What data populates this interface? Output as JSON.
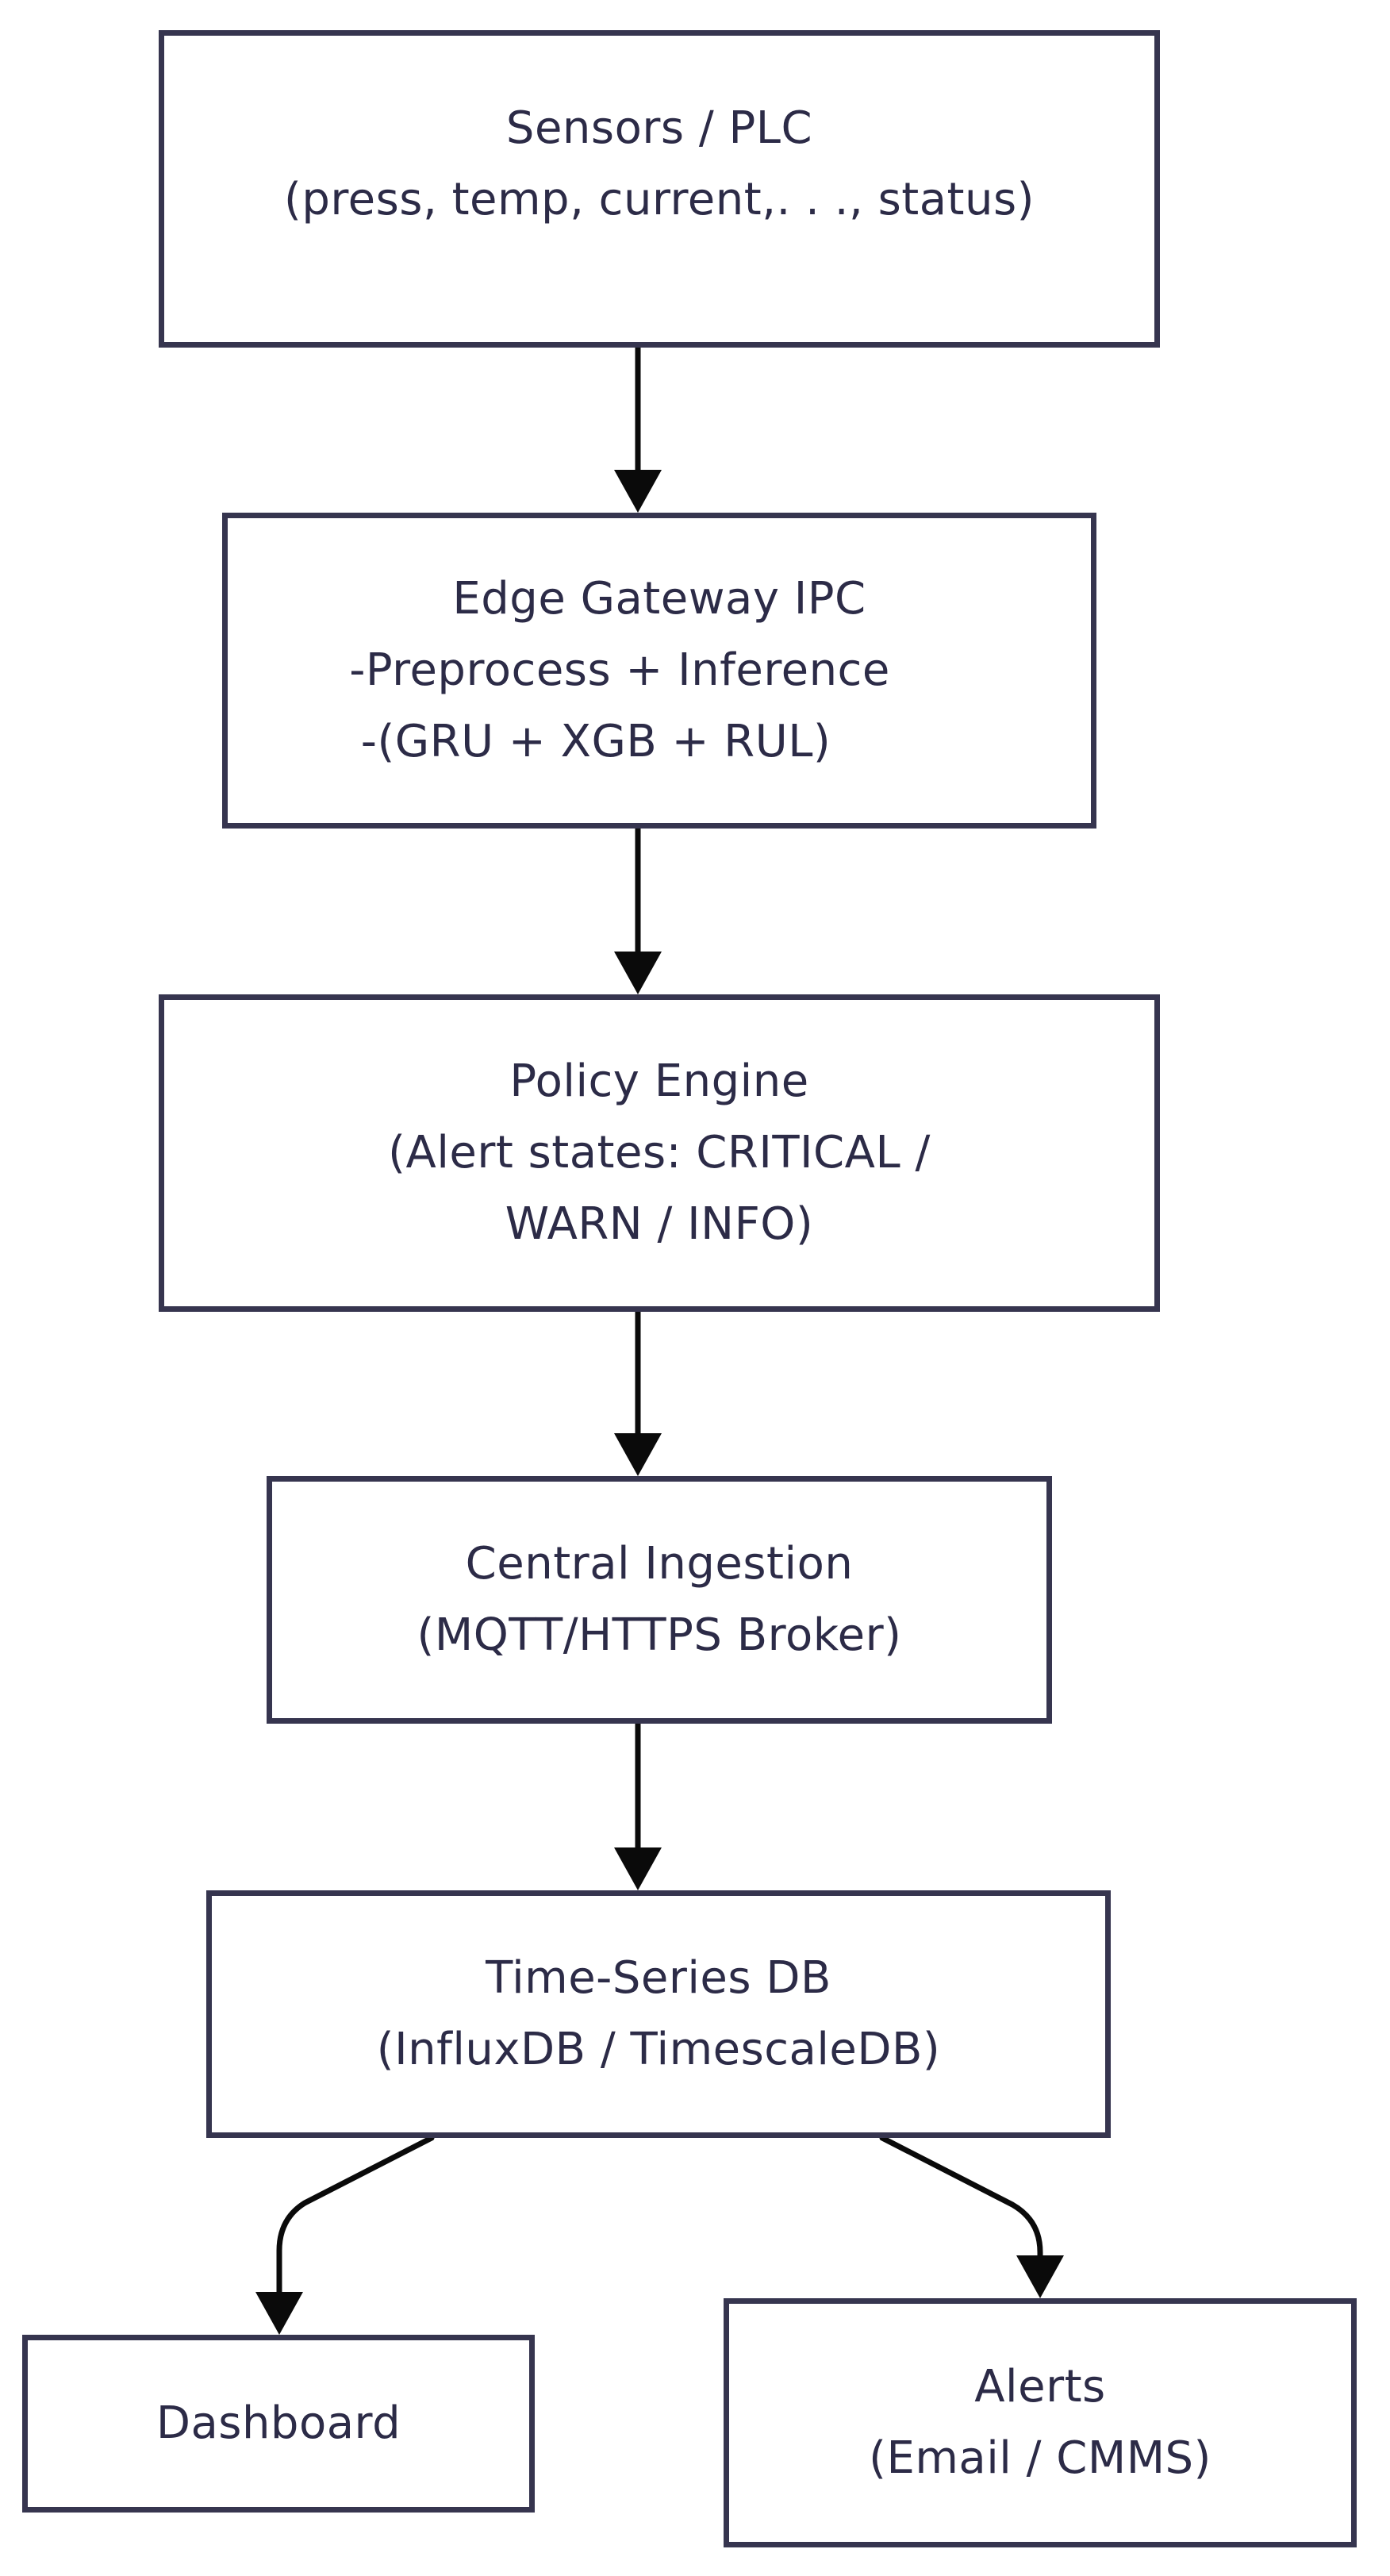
{
  "diagram": {
    "nodes": [
      {
        "id": "sensors",
        "lines": [
          "Sensors / PLC",
          "(press, temp, current,. . ., status)"
        ]
      },
      {
        "id": "edge",
        "lines": [
          "Edge Gateway IPC",
          "-Preprocess + Inference",
          "-(GRU + XGB + RUL)"
        ]
      },
      {
        "id": "policy",
        "lines": [
          "Policy Engine",
          "(Alert states: CRITICAL /",
          "WARN / INFO)"
        ]
      },
      {
        "id": "ingestion",
        "lines": [
          "Central Ingestion",
          "(MQTT/HTTPS Broker)"
        ]
      },
      {
        "id": "tsdb",
        "lines": [
          "Time-Series DB",
          "(InfluxDB / TimescaleDB)"
        ]
      },
      {
        "id": "dashboard",
        "lines": [
          "Dashboard"
        ]
      },
      {
        "id": "alerts",
        "lines": [
          "Alerts",
          "(Email / CMMS)"
        ]
      }
    ],
    "edges": [
      {
        "from": "sensors",
        "to": "edge"
      },
      {
        "from": "edge",
        "to": "policy"
      },
      {
        "from": "policy",
        "to": "ingestion"
      },
      {
        "from": "ingestion",
        "to": "tsdb"
      },
      {
        "from": "tsdb",
        "to": "dashboard"
      },
      {
        "from": "tsdb",
        "to": "alerts"
      }
    ]
  }
}
